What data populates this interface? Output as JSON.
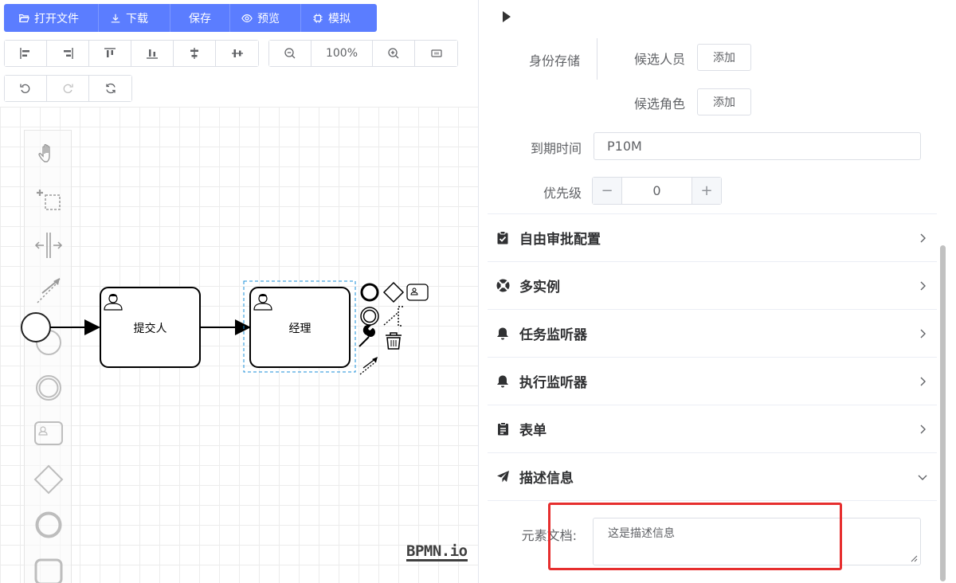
{
  "toolbar": {
    "open_label": "打开文件",
    "download_label": "下载",
    "save_label": "保存",
    "preview_label": "预览",
    "simulate_label": "模拟",
    "zoom_level": "100%"
  },
  "diagram": {
    "task1_label": "提交人",
    "task2_label": "经理",
    "watermark": "BPMN.io"
  },
  "panel": {
    "identity_label": "身份存储",
    "candidate_users_label": "候选人员",
    "candidate_groups_label": "候选角色",
    "add_label": "添加",
    "due_date_label": "到期时间",
    "due_date_value": "P10M",
    "priority_label": "优先级",
    "priority_value": "0",
    "sections": [
      {
        "title": "自由审批配置"
      },
      {
        "title": "多实例"
      },
      {
        "title": "任务监听器"
      },
      {
        "title": "执行监听器"
      },
      {
        "title": "表单"
      },
      {
        "title": "描述信息"
      }
    ],
    "doc_label": "元素文档:",
    "doc_value": "这是描述信息"
  },
  "colors": {
    "primary": "#5b7dff",
    "highlight": "#e62e2e",
    "selection": "#1a8fd8"
  }
}
